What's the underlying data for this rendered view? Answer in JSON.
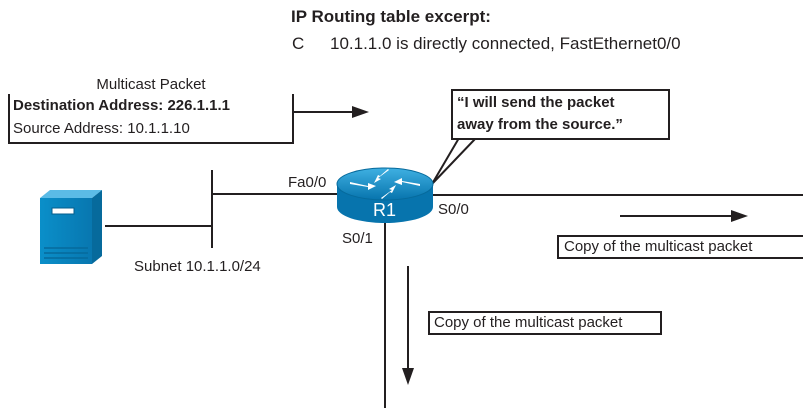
{
  "routing_table": {
    "heading": "IP Routing table excerpt:",
    "entry_code": "C",
    "entry_text": "10.1.1.0 is directly connected, FastEthernet0/0"
  },
  "packet_box": {
    "title": "Multicast Packet",
    "destination": "Destination Address: 226.1.1.1",
    "source": "Source Address: 10.1.1.10"
  },
  "callout": {
    "line1": "“I will send the packet",
    "line2": "away from the source.”"
  },
  "router": {
    "name": "R1",
    "color": "#0a8fc9",
    "iface_fa00": "Fa0/0",
    "iface_s00": "S0/0",
    "iface_s01": "S0/1"
  },
  "subnet_label": "Subnet 10.1.1.0/24",
  "copy_right": "Copy of the multicast packet",
  "copy_down": "Copy of the multicast packet",
  "colors": {
    "line": "#231f20",
    "server": "#0a8fc9"
  }
}
